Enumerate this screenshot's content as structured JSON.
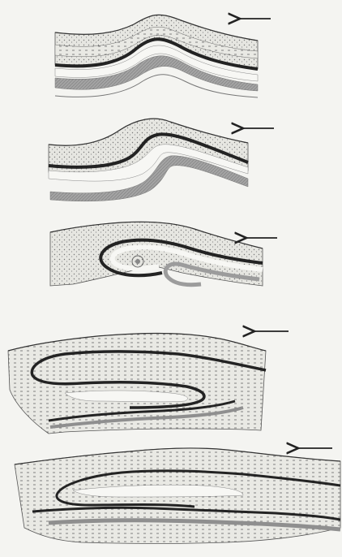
{
  "figure": {
    "kind": "sequence of fold cross-sections",
    "panel_count": 5,
    "arrow_direction": "left",
    "panels": [
      {
        "stage": 1,
        "form": "gentle-anticline"
      },
      {
        "stage": 2,
        "form": "asymmetric-fold"
      },
      {
        "stage": 3,
        "form": "overturned-fold"
      },
      {
        "stage": 4,
        "form": "recumbent-fold"
      },
      {
        "stage": 5,
        "form": "recumbent-fold-with-thrust"
      }
    ]
  },
  "colors": {
    "paper": "#f4f4f1",
    "ink": "#3a3a3a",
    "dark_layer": "#2b2b2b",
    "gray_layer": "#9c9c9c",
    "stipple_layer": "#d9d9d4"
  }
}
